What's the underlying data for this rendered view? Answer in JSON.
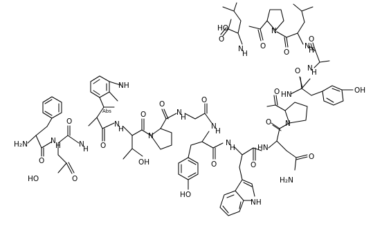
{
  "labels": {
    "HO_left": "HO",
    "Abs": "Abs",
    "NH_indole": "NH",
    "NH_top_right": "NH",
    "OH": "OH",
    "HO_tyr": "HO",
    "NH_bottom": "NH",
    "H2N_term": "H₂N",
    "H2N_amide": "H₂N",
    "O": "O",
    "N": "N",
    "H": "H",
    "HN": "HN",
    "HO_acid": "HO",
    "OH_top": "OH",
    "HO_top": "HO"
  }
}
